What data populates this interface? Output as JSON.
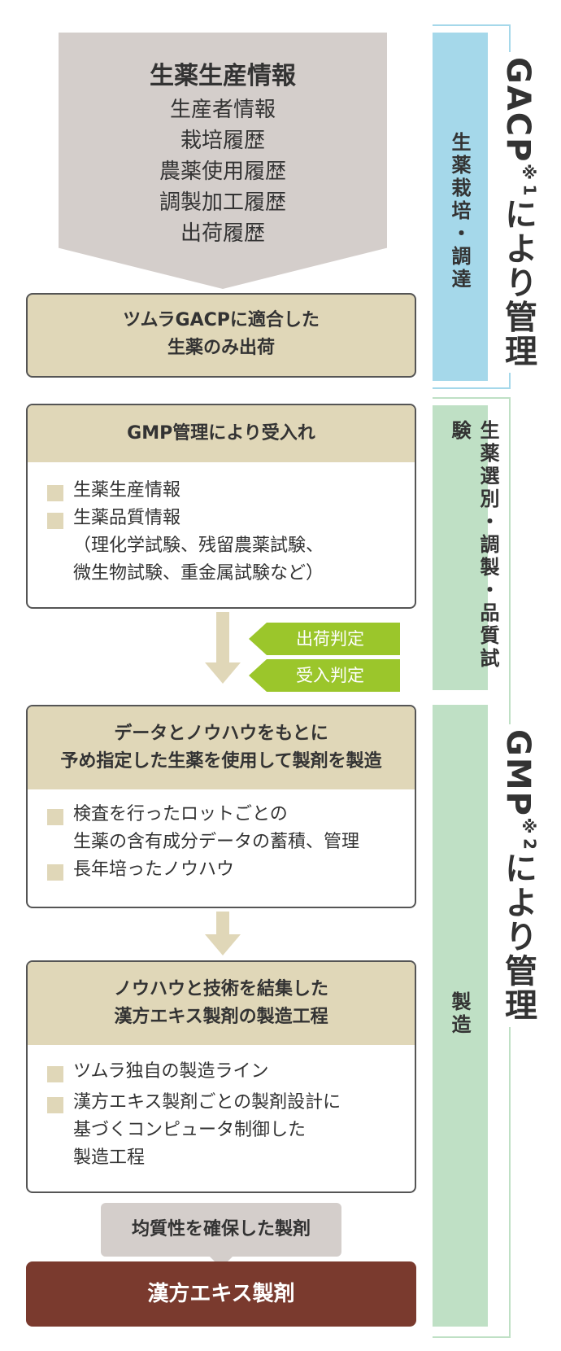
{
  "top_info": {
    "title": "生薬生産情報",
    "lines": [
      "生産者情報",
      "栽培履歴",
      "農薬使用履歴",
      "調製加工履歴",
      "出荷履歴"
    ]
  },
  "gacp_box": {
    "line1": "ツムラGACPに適合した",
    "line2": "生薬のみ出荷"
  },
  "gmp_receive": {
    "title": "GMP管理により受入れ",
    "items": [
      {
        "lines": [
          "生薬生産情報"
        ]
      },
      {
        "lines": [
          "生薬品質情報",
          "（理化学試験、残留農薬試験、",
          "微生物試験、重金属試験など）"
        ]
      }
    ]
  },
  "tags": [
    "出荷判定",
    "受入判定"
  ],
  "data_card": {
    "title_lines": [
      "データとノウハウをもとに",
      "予め指定した生薬を使用して製剤を製造"
    ],
    "items": [
      {
        "lines": [
          "検査を行ったロットごとの",
          "生薬の含有成分データの蓄積、管理"
        ]
      },
      {
        "lines": [
          "長年培ったノウハウ"
        ]
      }
    ]
  },
  "process_card": {
    "title_lines": [
      "ノウハウと技術を結集した",
      "漢方エキス製剤の製造工程"
    ],
    "items": [
      {
        "lines": [
          "ツムラ独自の製造ライン"
        ]
      },
      {
        "lines": [
          "漢方エキス製剤ごとの製剤設計に",
          "基づくコンピュータ制御した",
          "製造工程"
        ]
      }
    ]
  },
  "uniform_box": "均質性を確保した製剤",
  "final_box": "漢方エキス製剤",
  "columns": {
    "col1": "生薬栽培・調達",
    "col2": "生薬選別・調製・品質試験",
    "col3": "製造"
  },
  "side_labels": {
    "gacp_main": "GACP",
    "gacp_sup": "※1",
    "gacp_rest": "により管理",
    "gmp_main": "GMP",
    "gmp_sup": "※2",
    "gmp_rest": "により管理"
  },
  "colors": {
    "tan": "#e0d7b8",
    "gray": "#d4cecb",
    "blue": "#a5d8ea",
    "green": "#bfe0c5",
    "tag_green": "#9bc62b",
    "final_brown": "#7a3a2e"
  }
}
